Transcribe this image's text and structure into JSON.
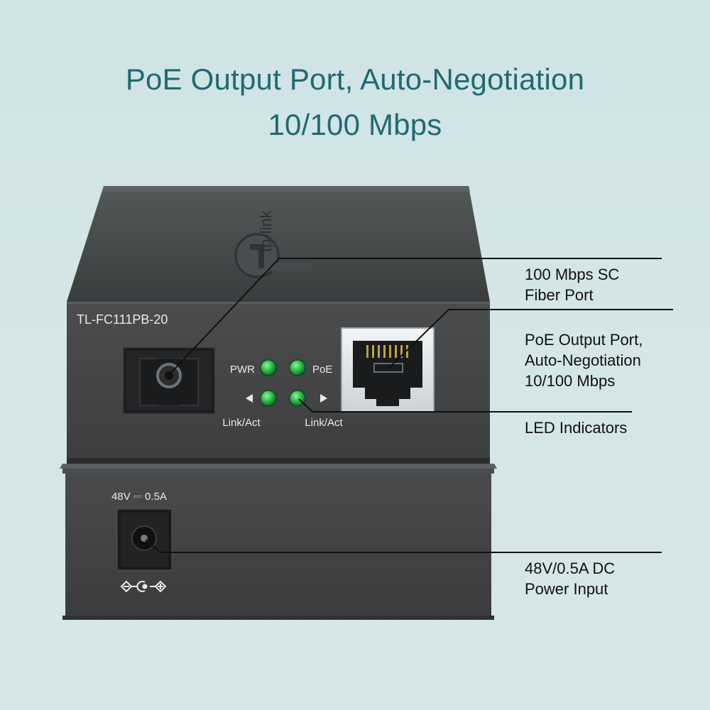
{
  "headline": {
    "line1": "PoE Output Port, Auto-Negotiation",
    "line2": "10/100 Mbps"
  },
  "device": {
    "brand": "tp-link",
    "model": "TL-FC111PB-20",
    "led_labels": {
      "pwr": "PWR",
      "poe": "PoE",
      "link_left": "Link/Act",
      "link_right": "Link/Act"
    },
    "power_rating": "48V ⎓ 0.5A",
    "led_color": "#2fc14a",
    "body_color": "#3d3f41"
  },
  "callouts": {
    "fiber": {
      "line1": "100 Mbps SC",
      "line2": "Fiber Port"
    },
    "poe": {
      "line1": "PoE Output Port,",
      "line2": "Auto-Negotiation",
      "line3": "10/100 Mbps"
    },
    "led": {
      "line1": "LED Indicators"
    },
    "power": {
      "line1": "48V/0.5A DC",
      "line2": "Power Input"
    }
  }
}
